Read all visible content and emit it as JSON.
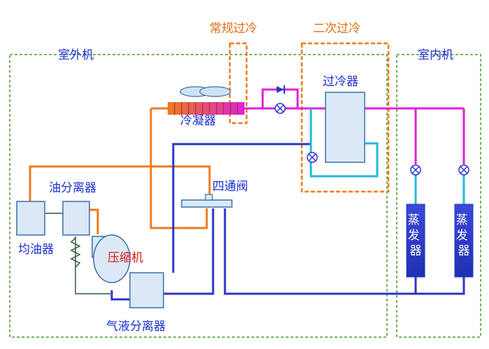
{
  "labels": {
    "outdoor_unit": "室外机",
    "indoor_unit": "室内机",
    "normal_subcool": "常规过冷",
    "secondary_subcool": "二次过冷",
    "subcooler": "过冷器",
    "condenser": "冷凝器",
    "four_way_valve": "四通阀",
    "oil_separator": "油分离器",
    "oil_equalizer": "均油器",
    "compressor": "压缩机",
    "gas_liquid_separator": "气液分离器",
    "evaporator_1": "蒸发器",
    "evaporator_2": "蒸发器"
  },
  "colors": {
    "hot_gas_pipe": "#f07a1e",
    "liquid_pipe": "#e020d8",
    "suction_pipe": "#2a35c8",
    "evaporator_pipe": "#22b8e0",
    "zone_border": "#4a9a2a",
    "subcool_box": "#f07a1e",
    "component_fill": "#dbe9f6",
    "component_stroke": "#3a6ea8"
  },
  "icons": {
    "fan": "fan-icon",
    "expansion_valve": "expansion-valve-icon",
    "check_valve": "check-valve-icon",
    "capillary": "capillary-icon"
  }
}
